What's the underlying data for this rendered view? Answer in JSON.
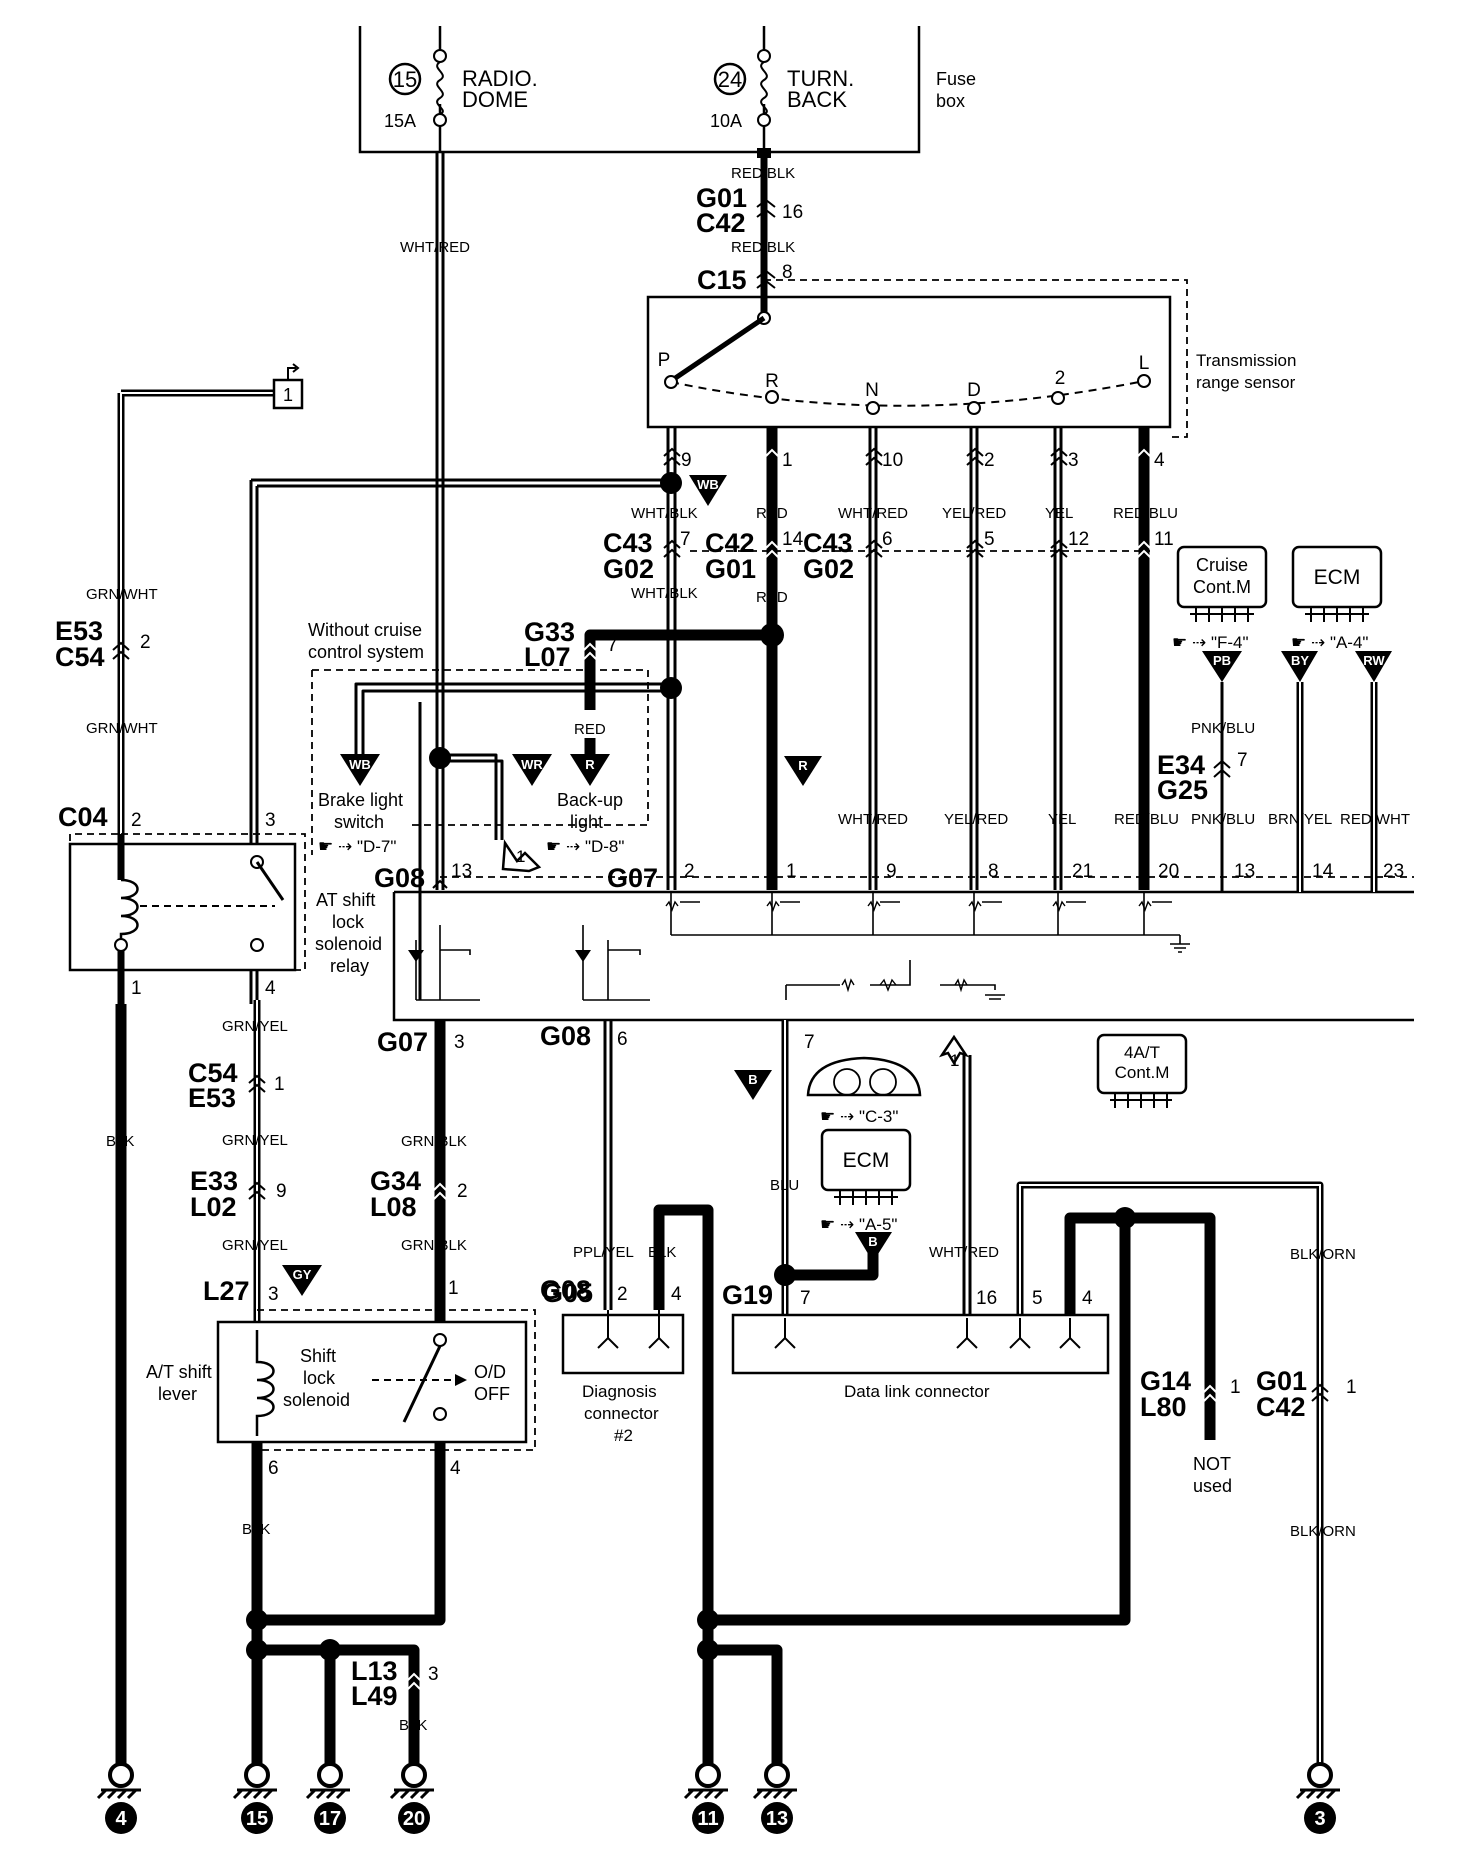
{
  "fuse_box": {
    "label_line1": "Fuse",
    "label_line2": "box",
    "fuses": [
      {
        "number": "15",
        "name_line1": "RADIO.",
        "name_line2": "DOME",
        "rating": "15A"
      },
      {
        "number": "24",
        "name_line1": "TURN.",
        "name_line2": "BACK",
        "rating": "10A"
      }
    ]
  },
  "connectors": {
    "g01_c42_top": {
      "a": "G01",
      "b": "C42",
      "pin": "16"
    },
    "c15": {
      "name": "C15",
      "pin": "8"
    },
    "c43_g02_left": {
      "a": "C43",
      "b": "G02",
      "pin": "7"
    },
    "c42_g01": {
      "a": "C42",
      "b": "G01",
      "pin": "14"
    },
    "c43_g02_right": {
      "a": "C43",
      "b": "G02",
      "pins": [
        "6",
        "5",
        "12",
        "11"
      ]
    },
    "e53_c54": {
      "a": "E53",
      "b": "C54",
      "pin": "2"
    },
    "g33_l07": {
      "a": "G33",
      "b": "L07",
      "pin": "7"
    },
    "c04": {
      "name": "C04",
      "pins": [
        "2",
        "3",
        "1",
        "4"
      ]
    },
    "g08_top": {
      "name": "G08",
      "pin": "13"
    },
    "g07_top": {
      "name": "G07",
      "pins": [
        "2",
        "1",
        "9",
        "8",
        "21",
        "20",
        "13",
        "14",
        "23"
      ]
    },
    "e34_g25": {
      "a": "E34",
      "b": "G25",
      "pin": "7"
    },
    "g07_bottom": {
      "name": "G07",
      "pin": "3"
    },
    "g08_bottom": {
      "name": "G08",
      "pin": "6"
    },
    "bottom_pin7": "7",
    "c54_e53": {
      "a": "C54",
      "b": "E53",
      "pin": "1"
    },
    "e33_l02": {
      "a": "E33",
      "b": "L02",
      "pin": "9"
    },
    "g34_l08": {
      "a": "G34",
      "b": "L08",
      "pin": "2"
    },
    "l27": {
      "name": "L27",
      "pin": "3"
    },
    "pin1_solenoid": "1",
    "g05": {
      "name": "G05",
      "pins": [
        "2",
        "4"
      ]
    },
    "g19": {
      "name": "G19",
      "pins": [
        "7",
        "16",
        "5",
        "4"
      ]
    },
    "g14_l80": {
      "a": "G14",
      "b": "L80",
      "pin": "1"
    },
    "g01_c42_bottom": {
      "a": "G01",
      "b": "C42",
      "pin": "1"
    },
    "solenoid_pins": [
      "6",
      "4"
    ],
    "l13_l49": {
      "a": "L13",
      "b": "L49",
      "pin": "3"
    }
  },
  "wire_colors": {
    "red_blk_1": "RED/BLK",
    "red_blk_2": "RED/BLK",
    "wht_red_main": "WHT/RED",
    "grn_wht_1": "GRN/WHT",
    "grn_wht_2": "GRN/WHT",
    "wht_blk_1": "WHT/BLK",
    "wht_blk_2": "WHT/BLK",
    "red_1": "RED",
    "red_2": "RED",
    "red_3": "RED",
    "wht_red_n": "WHT/RED",
    "yel_red_d": "YEL/RED",
    "yel_2": "YEL",
    "red_blu_l": "RED/BLU",
    "pnk_blu_1": "PNK/BLU",
    "wht_red_low": "WHT/RED",
    "yel_red_low": "YEL/RED",
    "yel_low": "YEL",
    "red_blu_low": "RED/BLU",
    "pnk_blu_low": "PNK/BLU",
    "brn_yel": "BRN/YEL",
    "red_wht": "RED/WHT",
    "blk_1": "BLK",
    "grn_yel_1": "GRN/YEL",
    "grn_yel_2": "GRN/YEL",
    "grn_yel_3": "GRN/YEL",
    "grn_blk_1": "GRN/BLK",
    "grn_blk_2": "GRN/BLK",
    "blu": "BLU",
    "ppl_yel": "PPL/YEL",
    "blk_diag": "BLK",
    "wht_red_dlc": "WHT/RED",
    "blk_orn_1": "BLK/ORN",
    "blk_orn_2": "BLK/ORN",
    "blk_sol": "BLK",
    "blk_l13": "BLK"
  },
  "sensor": {
    "label_line1": "Transmission",
    "label_line2": "range sensor",
    "positions": [
      "P",
      "R",
      "N",
      "D",
      "2",
      "L"
    ],
    "pins": [
      "9",
      "1",
      "10",
      "2",
      "3",
      "4"
    ]
  },
  "modules": {
    "cruise_line1": "Cruise",
    "cruise_line2": "Cont.M",
    "cruise_ref": "\"F-4\"",
    "ecm_top": "ECM",
    "ecm_top_ref": "\"A-4\"",
    "ecm_bottom": "ECM",
    "ecm_bottom_ref": "\"A-5\"",
    "at_line1": "4A/T",
    "at_line2": "Cont.M",
    "meter_ref": "\"C-3\""
  },
  "labels": {
    "without_cruise_line1": "Without cruise",
    "without_cruise_line2": "control system",
    "brake_line1": "Brake light",
    "brake_line2": "switch",
    "brake_ref": "\"D-7\"",
    "backup_line1": "Back-up",
    "backup_line2": "light",
    "backup_ref": "\"D-8\"",
    "relay_line1": "AT shift",
    "relay_line2": "lock",
    "relay_line3": "solenoid",
    "relay_line4": "relay",
    "lever_line1": "A/T shift",
    "lever_line2": "lever",
    "solenoid_line1": "Shift",
    "solenoid_line2": "lock",
    "solenoid_line3": "solenoid",
    "od_line1": "O/D",
    "od_line2": "OFF",
    "diag_line1": "Diagnosis",
    "diag_line2": "connector",
    "diag_line3": "#2",
    "dlc": "Data link connector",
    "not_used_line1": "NOT",
    "not_used_line2": "used",
    "ref_box_1": "1",
    "arrow_ref_1": "1",
    "arrow_ref_2": "1"
  },
  "triangles": [
    "WB",
    "WB",
    "WR",
    "R",
    "R",
    "PB",
    "BY",
    "RW",
    "GY",
    "B",
    "B"
  ],
  "grounds": [
    "4",
    "15",
    "17",
    "20",
    "11",
    "13",
    "3"
  ]
}
